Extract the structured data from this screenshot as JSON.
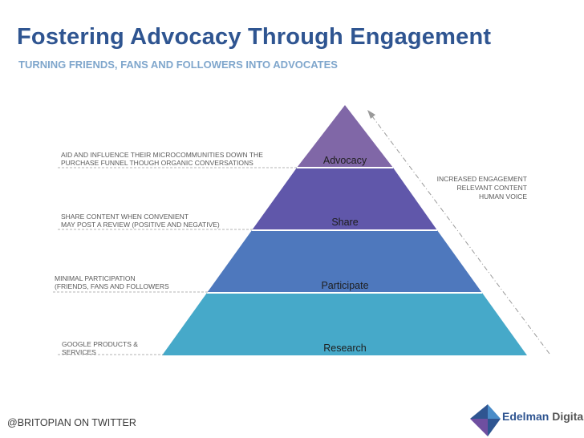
{
  "header": {
    "title": "Fostering Advocacy Through Engagement",
    "subtitle": "TURNING FRIENDS, FANS AND FOLLOWERS INTO ADVOCATES"
  },
  "pyramid": {
    "levels": [
      {
        "label": "Advocacy",
        "color": "#8067a7",
        "note_line1": "AID AND INFLUENCE THEIR MICROCOMMUNITIES DOWN THE",
        "note_line2": "PURCHASE FUNNEL THOUGH ORGANIC CONVERSATIONS"
      },
      {
        "label": "Share",
        "color": "#6057aa",
        "note_line1": "SHARE CONTENT WHEN CONVENIENT",
        "note_line2": "MAY POST A REVIEW (POSITIVE AND NEGATIVE)"
      },
      {
        "label": "Participate",
        "color": "#4e78bd",
        "note_line1": "MINIMAL PARTICIPATION",
        "note_line2": "(FRIENDS, FANS AND FOLLOWERS"
      },
      {
        "label": "Research",
        "color": "#46a9c9",
        "note_line1": "GOOGLE PRODUCTS &",
        "note_line2": "SERVICES"
      }
    ],
    "engagement_note": [
      "INCREASED ENGAGEMENT",
      "RELEVANT CONTENT",
      "HUMAN VOICE"
    ]
  },
  "footer": {
    "handle": "@BRITOPIAN ON TWITTER"
  },
  "logo": {
    "brand": "Edelman",
    "product": "Digital",
    "colors": [
      "#2f5591",
      "#6f4fa0",
      "#4a8cc8"
    ]
  }
}
